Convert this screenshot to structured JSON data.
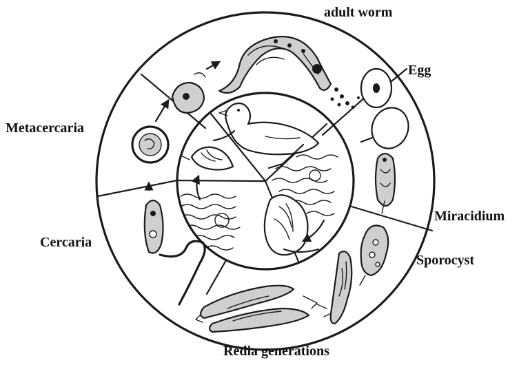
{
  "labels": {
    "adult_worm": "adult worm",
    "egg": "Egg",
    "metacercaria": "Metacercaria",
    "miracidium": "Miracidium",
    "cercaria": "Cercaria",
    "sporocyst": "Sporocyst",
    "redia": "Redia generations"
  }
}
